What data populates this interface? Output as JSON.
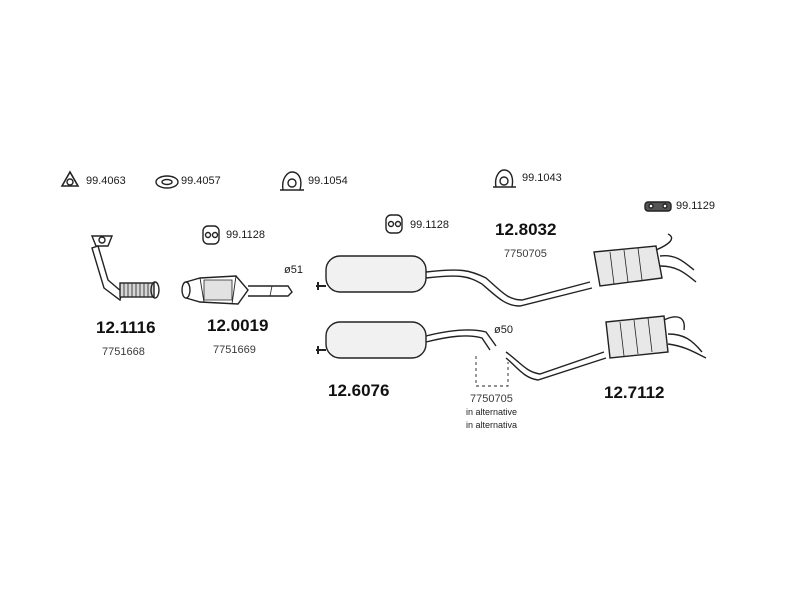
{
  "accessories": {
    "gasket_round": "99.4063",
    "gasket_oval": "99.4057",
    "clamp_a": "99.1054",
    "clamp_b": "99.1043",
    "rubber_mount_rear": "99.1129",
    "rubber_mount_cat": "99.1128",
    "rubber_mount_mid": "99.1128"
  },
  "parts": {
    "front_pipe": {
      "number": "12.1116",
      "oe": "7751668"
    },
    "catalyst": {
      "number": "12.0019",
      "oe": "7751669",
      "diameter": "ø51"
    },
    "rear_assembly": {
      "number": "12.8032",
      "oe": "7750705"
    },
    "middle_silencer": {
      "number": "12.6076"
    },
    "rear_silencer": {
      "number": "12.7112"
    },
    "connector": {
      "diameter": "ø50",
      "oe": "7750705",
      "note_en": "in alternative",
      "note_it": "in alternativa"
    }
  }
}
